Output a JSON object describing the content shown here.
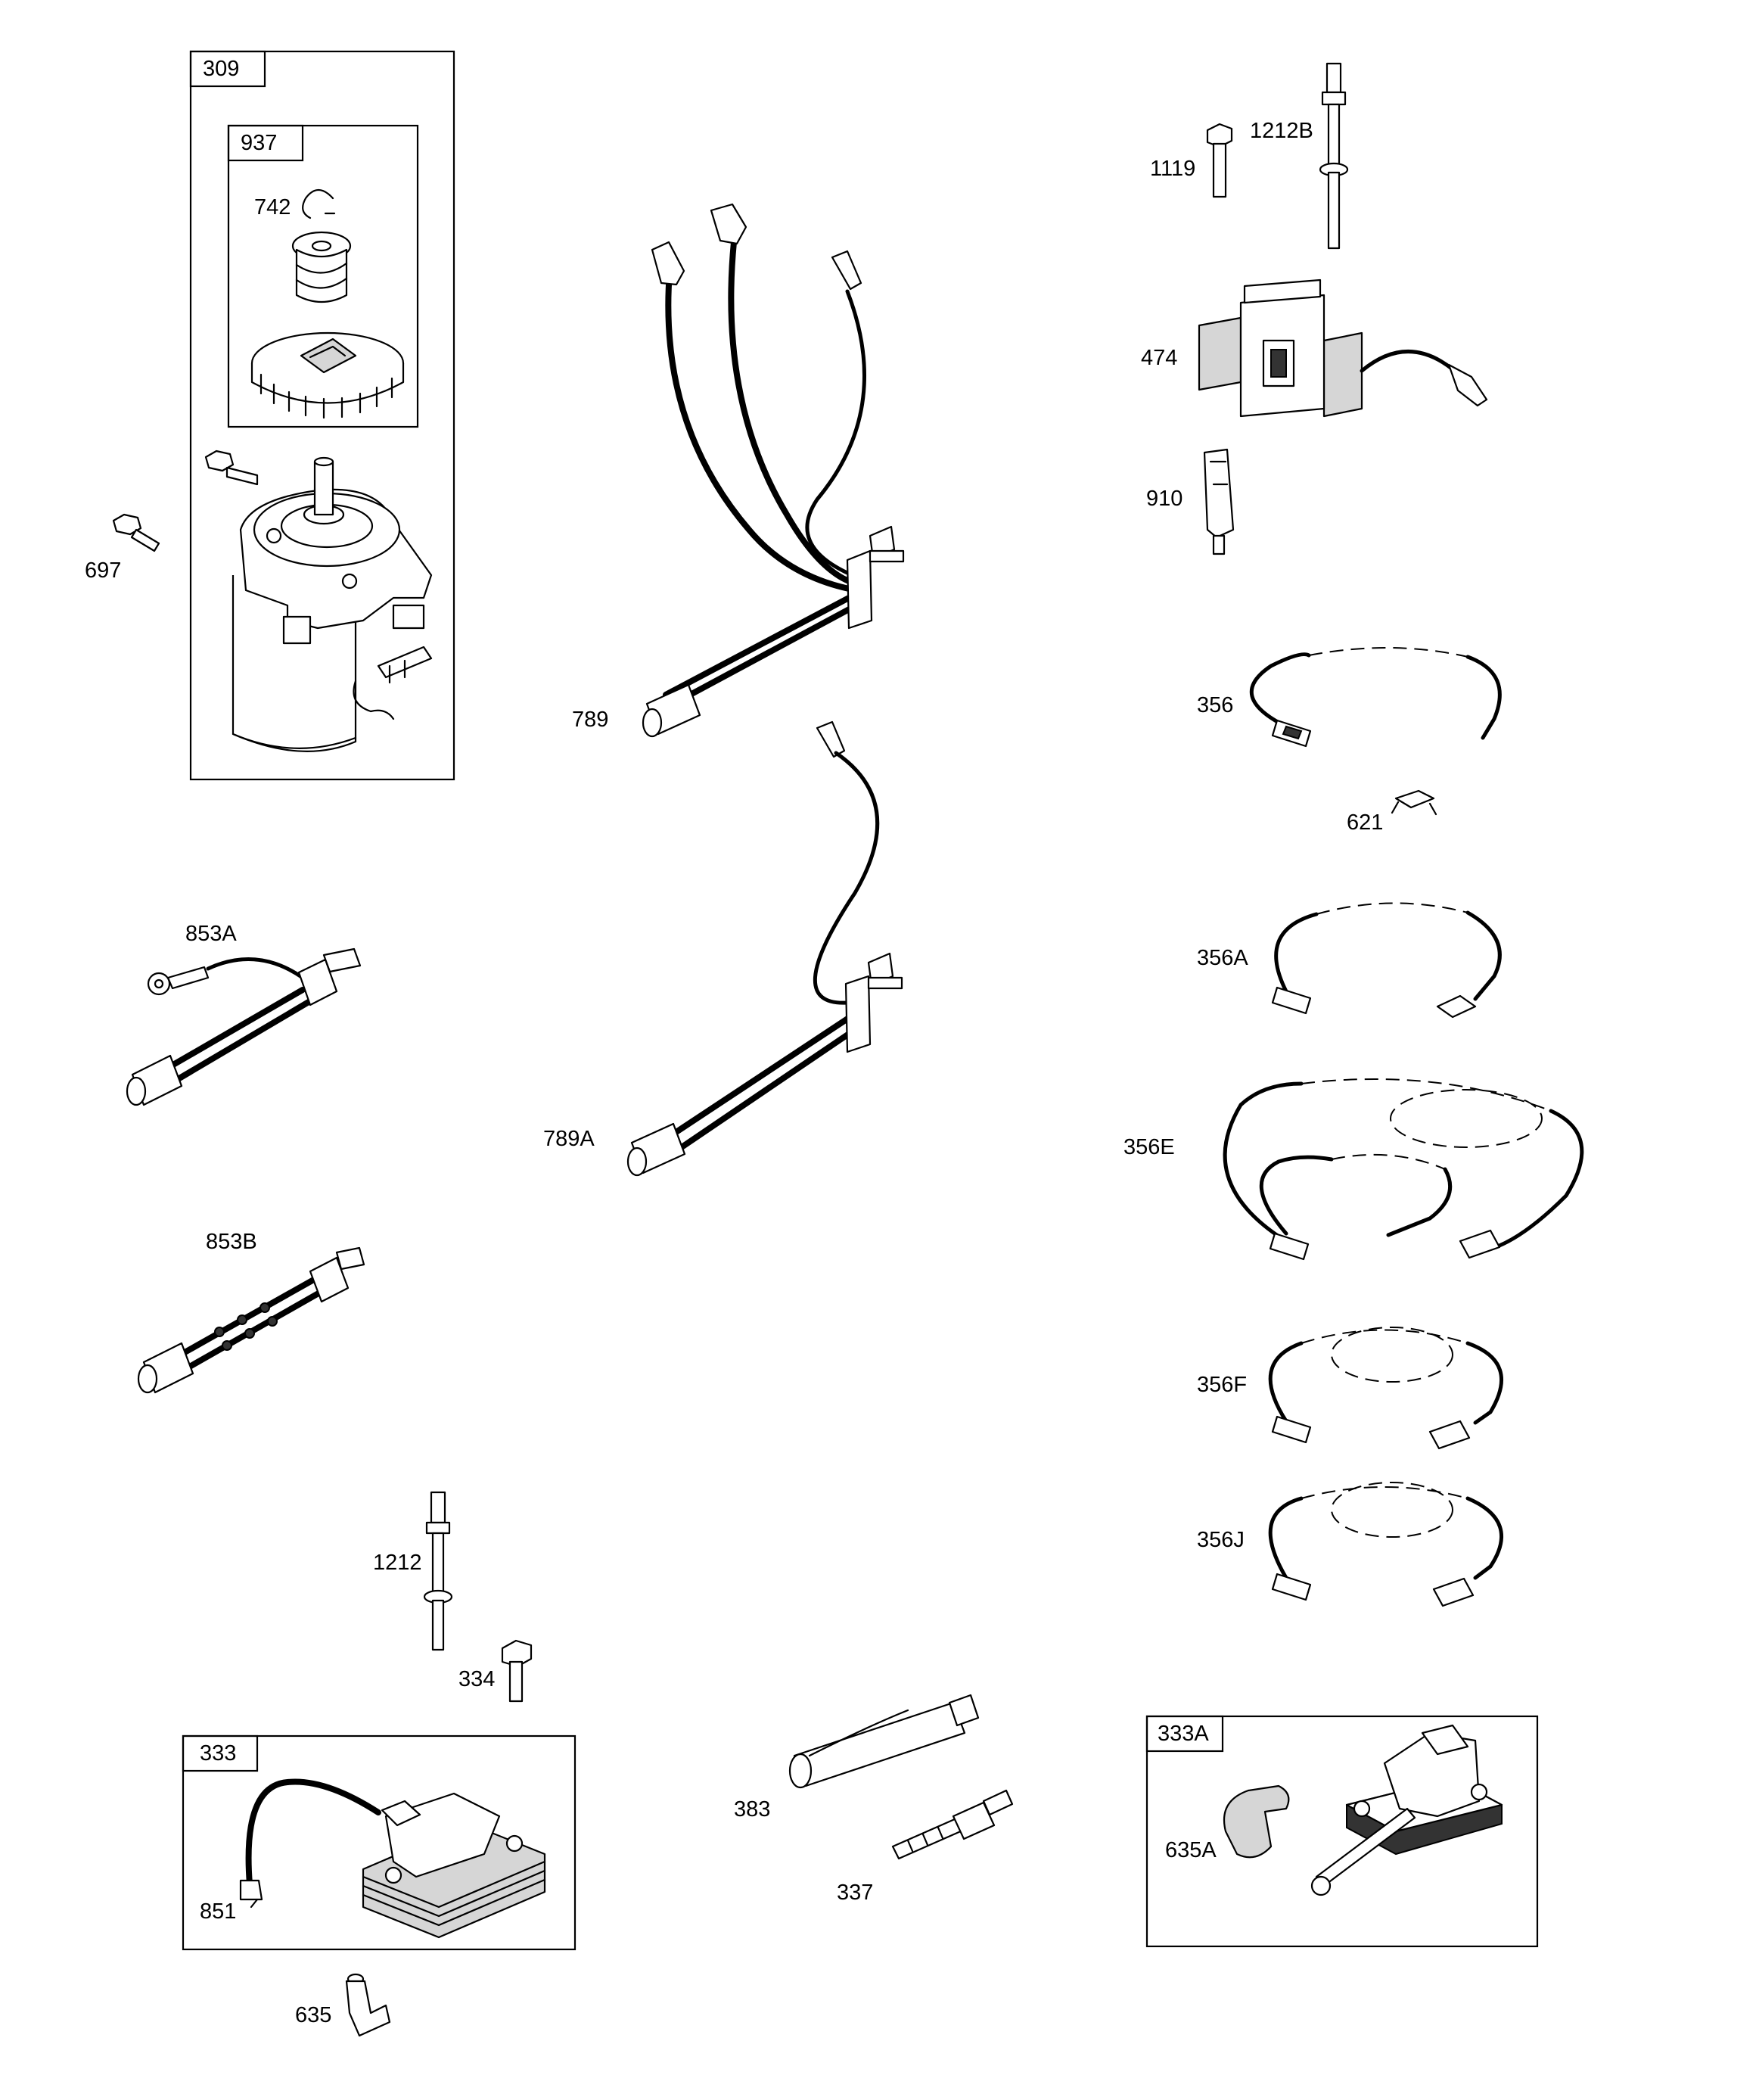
{
  "callouts": {
    "c309": "309",
    "c937": "937",
    "c742": "742",
    "c697": "697",
    "c853A": "853A",
    "c853B": "853B",
    "c789": "789",
    "c789A": "789A",
    "c1212": "1212",
    "c334": "334",
    "c333": "333",
    "c851": "851",
    "c635": "635",
    "c383": "383",
    "c337": "337",
    "c1119": "1119",
    "c1212B": "1212B",
    "c474": "474",
    "c910": "910",
    "c356": "356",
    "c621": "621",
    "c356A": "356A",
    "c356E": "356E",
    "c356F": "356F",
    "c356J": "356J",
    "c333A": "333A",
    "c635A": "635A"
  }
}
